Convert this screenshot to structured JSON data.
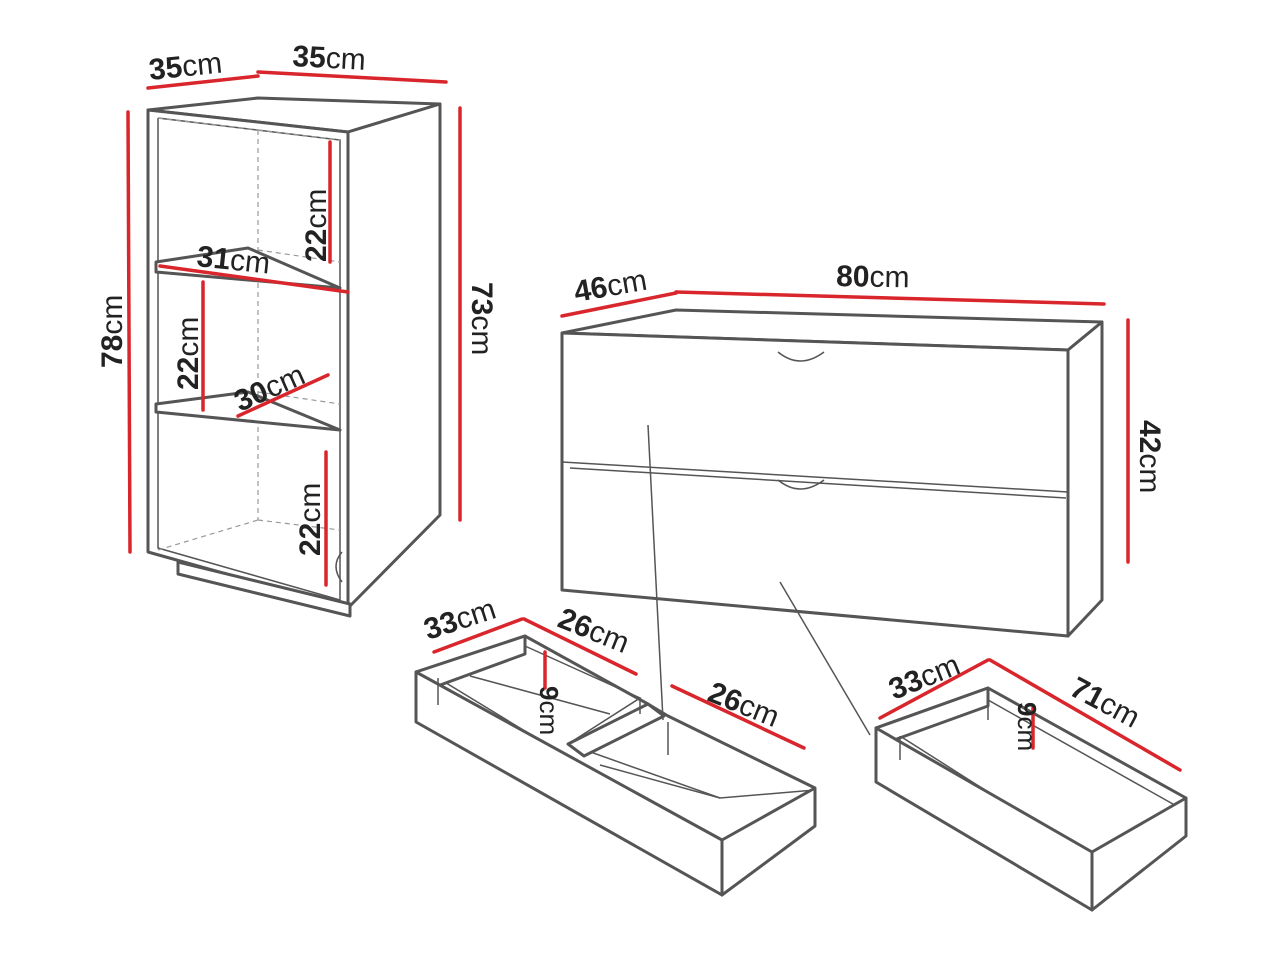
{
  "unit": "cm",
  "colors": {
    "outline": "#555555",
    "dimension_line": "#d9262c",
    "text": "#222222"
  },
  "cabinet": {
    "depth": "35",
    "width": "35",
    "height_total": "78",
    "height_body": "73",
    "shelf_width": "31",
    "shelf_depth": "30",
    "compartment_height_top": "22",
    "compartment_height_middle": "22",
    "compartment_height_bottom": "22"
  },
  "chest": {
    "depth": "46",
    "width": "80",
    "height": "42"
  },
  "drawer_divided": {
    "depth": "33",
    "width_left": "26",
    "width_right": "26",
    "height": "9"
  },
  "drawer_single": {
    "depth": "33",
    "width": "71",
    "height": "9"
  }
}
